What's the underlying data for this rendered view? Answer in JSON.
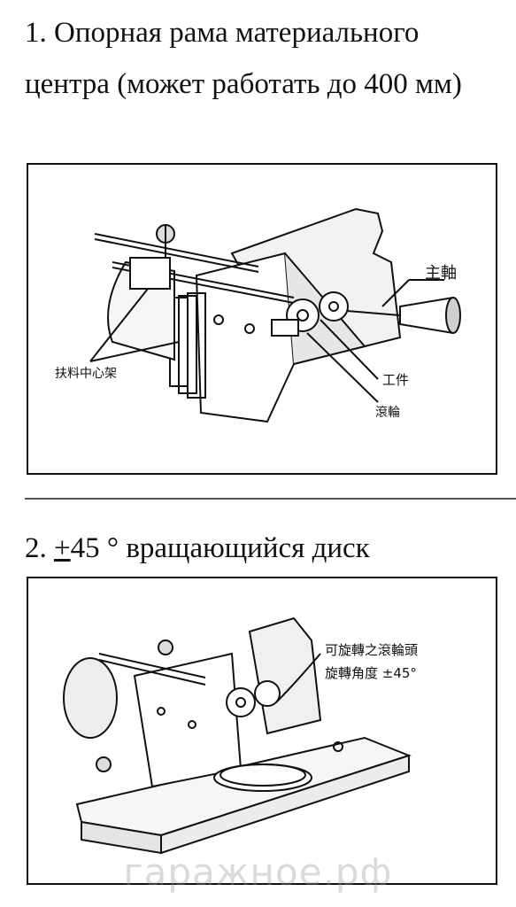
{
  "section1": {
    "title": "1. Опорная рама материального центра (может работать до 400 мм)",
    "labels": {
      "spindle": "主軸",
      "workpiece": "工件",
      "roller": "滾輪",
      "support_center": "扶料中心架"
    }
  },
  "section2": {
    "number": "2. ",
    "pm": "+",
    "angle": "45 °",
    "text": " вращающийся диск",
    "labels": {
      "line1": "可旋轉之滾輪頭",
      "line2": "旋轉角度 ±45°"
    }
  },
  "watermark": "гаражное.рф"
}
